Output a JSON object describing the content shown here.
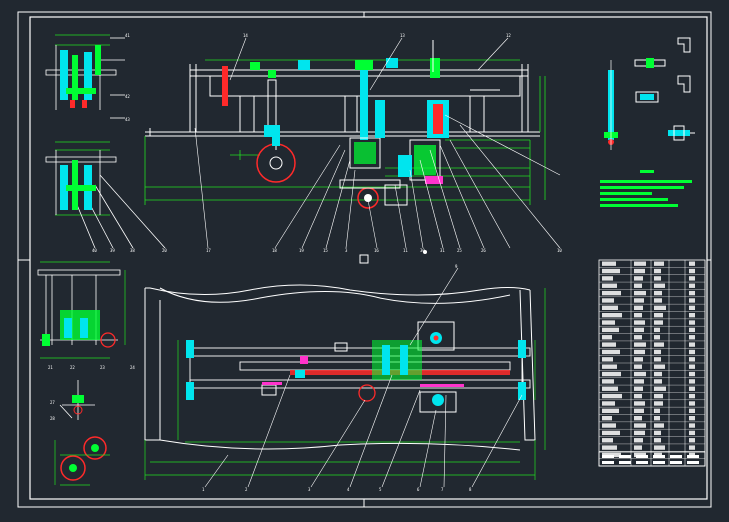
{
  "colors": {
    "background": "#212830",
    "line": "#ffffff",
    "dimension": "#22dd22",
    "part_cyan": "#00e5ee",
    "part_green": "#00ff33",
    "part_red": "#ff2a2a",
    "part_magenta": "#ff33cc",
    "part_yellow": "#e8e84a",
    "part_blue": "#3355ff"
  },
  "balloons": {
    "main_top": [
      "14",
      "13",
      "12"
    ],
    "main_bottom": [
      "17",
      "18",
      "19",
      "15",
      "3",
      "16",
      "11",
      "30",
      "31",
      "25",
      "26",
      "10"
    ],
    "left_upper": [
      "41",
      "42",
      "43"
    ],
    "left_lower": [
      "40",
      "39",
      "38",
      "20"
    ],
    "left_third": [
      "21",
      "22",
      "23",
      "24"
    ],
    "left_small": [
      "27",
      "28"
    ],
    "plan_bottom": [
      "1",
      "2",
      "3",
      "4",
      "5",
      "6",
      "7",
      "8"
    ],
    "plan_top": [
      "9"
    ]
  },
  "parts_table": {
    "rows": 28
  },
  "notes": {
    "lines": 5
  }
}
